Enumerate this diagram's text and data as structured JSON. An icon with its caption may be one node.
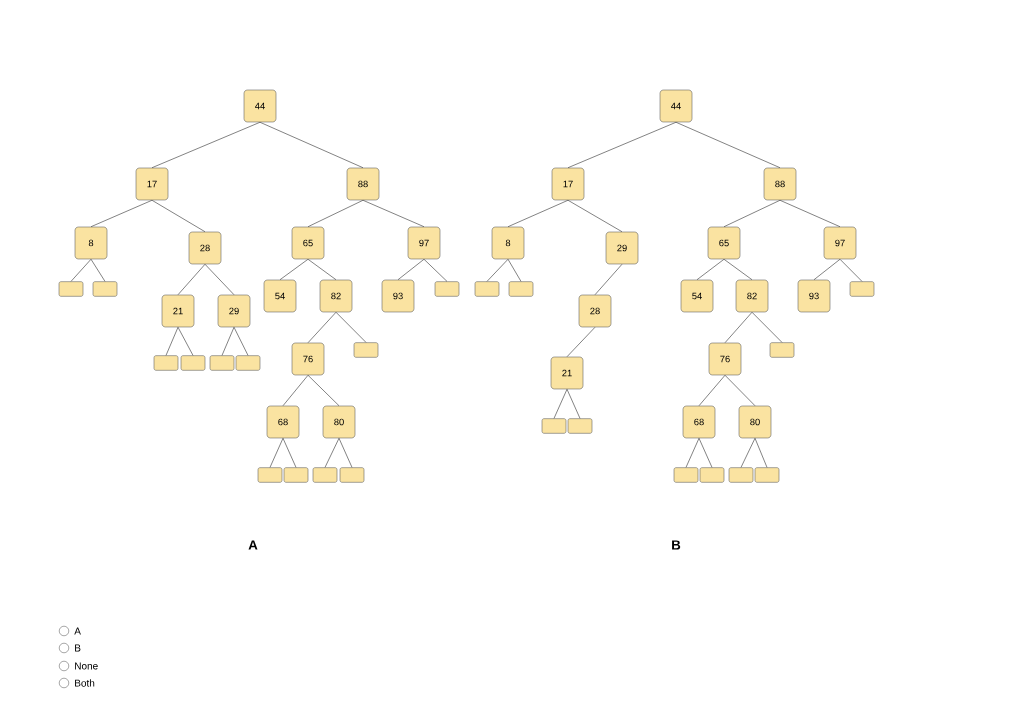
{
  "diagram": {
    "nodes": [
      {
        "text": [
          "44"
        ]
      },
      {
        "text": [
          "17"
        ]
      },
      {
        "text": [
          "88"
        ]
      },
      {
        "text": [
          "8"
        ]
      },
      {
        "text": [
          "28"
        ]
      },
      {
        "text": [
          "65"
        ]
      },
      {
        "text": [
          "97"
        ]
      },
      {
        "text": [],
        "shape": "box"
      },
      {
        "text": [],
        "shape": "box"
      },
      {
        "text": [
          "21"
        ]
      },
      {
        "text": [
          "29"
        ]
      },
      {
        "text": [
          "54"
        ]
      },
      {
        "text": [
          "82"
        ]
      },
      {
        "text": [
          "93"
        ]
      },
      {
        "text": [],
        "shape": "box"
      },
      {
        "text": [],
        "shape": "box"
      },
      {
        "text": [],
        "shape": "box"
      },
      {
        "text": [],
        "shape": "box"
      },
      {
        "text": [],
        "shape": "box"
      },
      {
        "text": [
          "76"
        ]
      },
      {
        "text": [],
        "shape": "box"
      },
      {
        "text": [
          "68"
        ]
      },
      {
        "text": [
          "80"
        ]
      },
      {
        "text": [],
        "shape": "box"
      },
      {
        "text": [],
        "shape": "box"
      },
      {
        "text": [],
        "shape": "box"
      },
      {
        "text": [],
        "shape": "box"
      },
      {
        "text": [
          "44"
        ]
      },
      {
        "text": [
          "17"
        ]
      },
      {
        "text": [
          "88"
        ]
      },
      {
        "text": [
          "8"
        ]
      },
      {
        "text": [
          "29"
        ]
      },
      {
        "text": [
          "65"
        ]
      },
      {
        "text": [
          "97"
        ]
      },
      {
        "text": [],
        "shape": "box"
      },
      {
        "text": [],
        "shape": "box"
      },
      {
        "text": [
          "28"
        ]
      },
      {
        "text": [
          "54"
        ]
      },
      {
        "text": [
          "82"
        ]
      },
      {
        "text": [
          "93"
        ]
      },
      {
        "text": [],
        "shape": "box"
      },
      {
        "text": [
          "76"
        ]
      },
      {
        "text": [],
        "shape": "box"
      },
      {
        "text": [
          "21"
        ]
      },
      {
        "text": [
          "68"
        ]
      },
      {
        "text": [
          "80"
        ]
      },
      {
        "text": [],
        "shape": "box"
      },
      {
        "text": [],
        "shape": "box"
      },
      {
        "text": [],
        "shape": "box"
      },
      {
        "text": [],
        "shape": "box"
      },
      {
        "text": [],
        "shape": "box"
      },
      {
        "text": [],
        "shape": "box"
      }
    ],
    "edges": [
      {
        "from": 0,
        "to": 1,
        "arrow": "none"
      },
      {
        "from": 0,
        "to": 2,
        "arrow": "none"
      },
      {
        "from": 1,
        "to": 3,
        "arrow": "none"
      },
      {
        "from": 1,
        "to": 4,
        "arrow": "none"
      },
      {
        "from": 2,
        "to": 5,
        "arrow": "none"
      },
      {
        "from": 2,
        "to": 6,
        "arrow": "none"
      },
      {
        "from": 3,
        "to": 7,
        "arrow": "none"
      },
      {
        "from": 3,
        "to": 8,
        "arrow": "none"
      },
      {
        "from": 4,
        "to": 9,
        "arrow": "none"
      },
      {
        "from": 4,
        "to": 10,
        "arrow": "none"
      },
      {
        "from": 5,
        "to": 11,
        "arrow": "none"
      },
      {
        "from": 5,
        "to": 12,
        "arrow": "none"
      },
      {
        "from": 6,
        "to": 13,
        "arrow": "none"
      },
      {
        "from": 6,
        "to": 14,
        "arrow": "none"
      },
      {
        "from": 9,
        "to": 15,
        "arrow": "none"
      },
      {
        "from": 9,
        "to": 16,
        "arrow": "none"
      },
      {
        "from": 10,
        "to": 17,
        "arrow": "none"
      },
      {
        "from": 10,
        "to": 18,
        "arrow": "none"
      },
      {
        "from": 12,
        "to": 19,
        "arrow": "none"
      },
      {
        "from": 12,
        "to": 20,
        "arrow": "none"
      },
      {
        "from": 19,
        "to": 21,
        "arrow": "none"
      },
      {
        "from": 19,
        "to": 22,
        "arrow": "none"
      },
      {
        "from": 21,
        "to": 23,
        "arrow": "none"
      },
      {
        "from": 21,
        "to": 24,
        "arrow": "none"
      },
      {
        "from": 22,
        "to": 25,
        "arrow": "none"
      },
      {
        "from": 22,
        "to": 26,
        "arrow": "none"
      },
      {
        "from": 27,
        "to": 28,
        "arrow": "none"
      },
      {
        "from": 27,
        "to": 29,
        "arrow": "none"
      },
      {
        "from": 28,
        "to": 30,
        "arrow": "none"
      },
      {
        "from": 28,
        "to": 31,
        "arrow": "none"
      },
      {
        "from": 29,
        "to": 32,
        "arrow": "none"
      },
      {
        "from": 29,
        "to": 33,
        "arrow": "none"
      },
      {
        "from": 30,
        "to": 34,
        "arrow": "none"
      },
      {
        "from": 30,
        "to": 35,
        "arrow": "none"
      },
      {
        "from": 31,
        "to": 36,
        "arrow": "none"
      },
      {
        "from": 36,
        "to": 43,
        "arrow": "none"
      },
      {
        "from": 32,
        "to": 37,
        "arrow": "none"
      },
      {
        "from": 32,
        "to": 38,
        "arrow": "none"
      },
      {
        "from": 33,
        "to": 39,
        "arrow": "none"
      },
      {
        "from": 33,
        "to": 40,
        "arrow": "none"
      },
      {
        "from": 43,
        "to": 46,
        "arrow": "none"
      },
      {
        "from": 43,
        "to": 47,
        "arrow": "none"
      },
      {
        "from": 38,
        "to": 41,
        "arrow": "none"
      },
      {
        "from": 38,
        "to": 42,
        "arrow": "none"
      },
      {
        "from": 41,
        "to": 44,
        "arrow": "none"
      },
      {
        "from": 41,
        "to": 45,
        "arrow": "none"
      },
      {
        "from": 44,
        "to": 48,
        "arrow": "none"
      },
      {
        "from": 44,
        "to": 49,
        "arrow": "none"
      },
      {
        "from": 45,
        "to": 50,
        "arrow": "none"
      },
      {
        "from": 45,
        "to": 51,
        "arrow": "none"
      }
    ],
    "labels": [
      "A",
      "B",
      "A",
      "B",
      "None",
      "Both"
    ]
  }
}
